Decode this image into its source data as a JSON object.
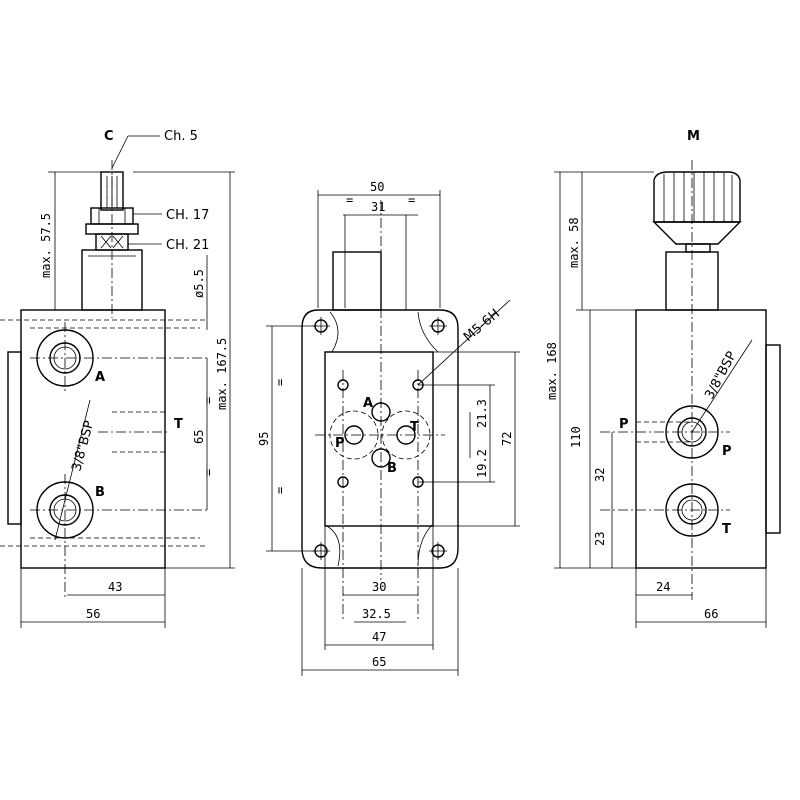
{
  "left_view": {
    "view_label": "C",
    "spanner_labels": [
      "Ch. 5",
      "CH. 17",
      "CH. 21"
    ],
    "port_labels": {
      "a": "A",
      "b": "B",
      "t": "T"
    },
    "thread_label": "3/8\"BSP",
    "dimensions": {
      "max_top": "max. 57.5",
      "diameter": "ø5.5",
      "max_total": "max. 167.5",
      "port_spacing": "65",
      "port_offset": "43",
      "width": "56",
      "equal_marks": "="
    }
  },
  "middle_view": {
    "port_labels": {
      "a": "A",
      "b": "B",
      "p": "P",
      "t": "T"
    },
    "thread_label": "M5-6H",
    "dimensions": {
      "top_width": "50",
      "top_inner": "31",
      "height": "95",
      "right_height": "72",
      "v_1": "21.3",
      "v_2": "19.2",
      "bottom_30": "30",
      "bottom_32_5": "32.5",
      "bottom_47": "47",
      "width": "65",
      "equal_marks": "="
    }
  },
  "right_view": {
    "view_label": "M",
    "port_labels": {
      "p_left": "P",
      "p_right": "P",
      "t": "T"
    },
    "thread_label": "3/8\"BSP",
    "dimensions": {
      "max_top": "max. 58",
      "max_total": "max. 168",
      "body_height": "110",
      "h_32": "32",
      "h_23": "23",
      "w_24": "24",
      "width": "66"
    }
  }
}
